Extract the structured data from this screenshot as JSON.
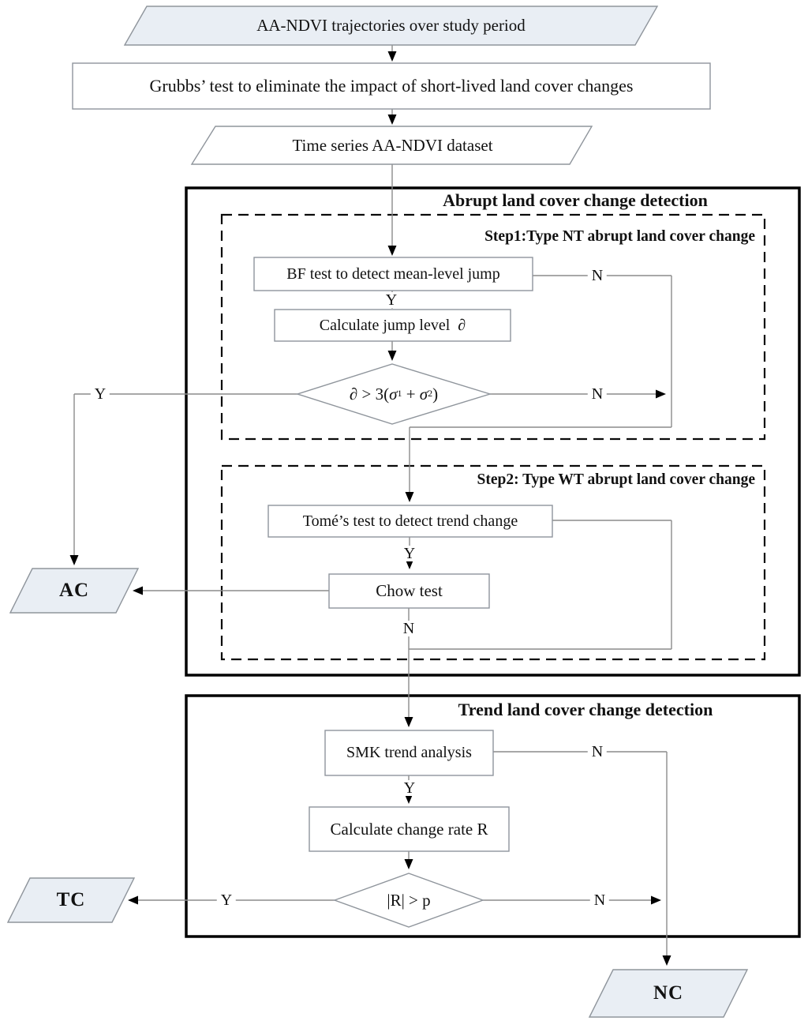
{
  "figure": {
    "description": "Flowchart of land cover change detection from AA-NDVI time series"
  },
  "colors": {
    "terminal_fill": "#e9eef4",
    "process_fill": "#ffffff",
    "line": "#8c8c8c",
    "node_border": "#8f959c",
    "frame": "#000000"
  },
  "sections": {
    "abrupt": {
      "title": "Abrupt land cover change detection"
    },
    "step1": {
      "title": "Step1:Type NT abrupt land cover change"
    },
    "step2": {
      "title": "Step2: Type WT abrupt land cover change"
    },
    "trend": {
      "title": "Trend land cover change detection"
    }
  },
  "nodes": {
    "input": {
      "label": "AA-NDVI trajectories over study period",
      "shape": "parallelogram"
    },
    "grubbs": {
      "label": "Grubbs’ test to eliminate the impact of short-lived land cover changes",
      "shape": "rect"
    },
    "dataset": {
      "label": "Time series AA-NDVI dataset",
      "shape": "parallelogram"
    },
    "bf_test": {
      "label": "BF test to detect mean-level jump",
      "shape": "rect"
    },
    "calc_jump": {
      "text": "Calculate jump level",
      "symbol": "∂",
      "shape": "rect"
    },
    "jump_decision": {
      "d": "∂",
      "gt": " > 3(",
      "s1": "σ",
      "sub1": "1",
      "plus": " + ",
      "s2": "σ",
      "sub2": "2",
      "close": ")",
      "shape": "diamond"
    },
    "tome_test": {
      "label": "Tomé’s test to detect trend change",
      "shape": "rect"
    },
    "chow_test": {
      "label": "Chow test",
      "shape": "rect"
    },
    "ac": {
      "label": "AC",
      "shape": "parallelogram"
    },
    "smk": {
      "label": "SMK trend analysis",
      "shape": "rect"
    },
    "calc_rate": {
      "label": "Calculate change rate R",
      "shape": "rect"
    },
    "rate_decision": {
      "label": "|R| > p",
      "shape": "diamond"
    },
    "tc": {
      "label": "TC",
      "shape": "parallelogram"
    },
    "nc": {
      "label": "NC",
      "shape": "parallelogram"
    }
  },
  "edge_labels": {
    "bf_y": "Y",
    "bf_n": "N",
    "jump_y": "Y",
    "jump_n": "N",
    "tome_y": "Y",
    "chow_n": "N",
    "smk_y": "Y",
    "smk_n": "N",
    "rate_y": "Y",
    "rate_n": "N"
  }
}
